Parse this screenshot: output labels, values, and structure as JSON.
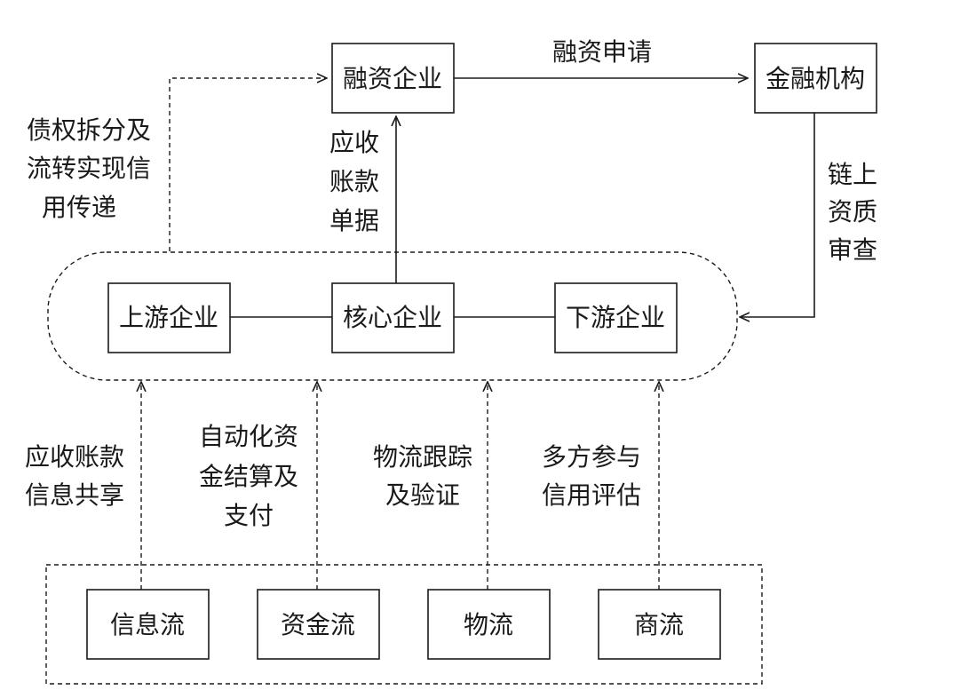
{
  "nodes": {
    "financing_enterprise": "融资企业",
    "financial_institution": "金融机构",
    "upstream_enterprise": "上游企业",
    "core_enterprise": "核心企业",
    "downstream_enterprise": "下游企业",
    "information_flow": "信息流",
    "capital_flow": "资金流",
    "logistics": "物流",
    "commercial_flow": "商流"
  },
  "edges": {
    "financing_application": "融资申请",
    "chain_qualification_review": [
      "链上",
      "资质",
      "审查"
    ],
    "receivables_document": [
      "应收",
      "账款",
      "单据"
    ],
    "debt_split_transfer": [
      "债权拆分及",
      "流转实现信",
      "用传递"
    ],
    "receivables_info_sharing": [
      "应收账款",
      "信息共享"
    ],
    "automated_settlement_payment": [
      "自动化资",
      "金结算及",
      "支付"
    ],
    "logistics_tracking_verification": [
      "物流跟踪",
      "及验证"
    ],
    "multi_party_credit_assessment": [
      "多方参与",
      "信用评估"
    ]
  }
}
